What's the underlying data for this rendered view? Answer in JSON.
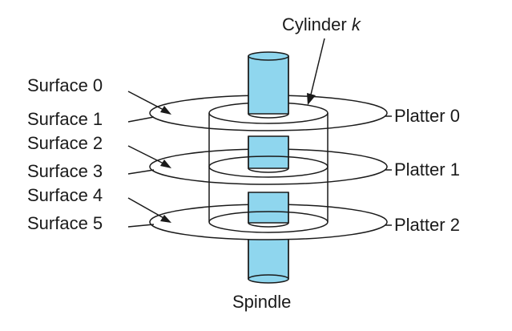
{
  "labels": {
    "cylinder": "Cylinder",
    "cylinder_var": "k",
    "surfaces": [
      "Surface 0",
      "Surface 1",
      "Surface 2",
      "Surface 3",
      "Surface 4",
      "Surface 5"
    ],
    "platters": [
      "Platter 0",
      "Platter 1",
      "Platter 2"
    ],
    "spindle": "Spindle"
  },
  "colors": {
    "spindle": "#8fd6ee",
    "ink": "#1a1a1a"
  }
}
